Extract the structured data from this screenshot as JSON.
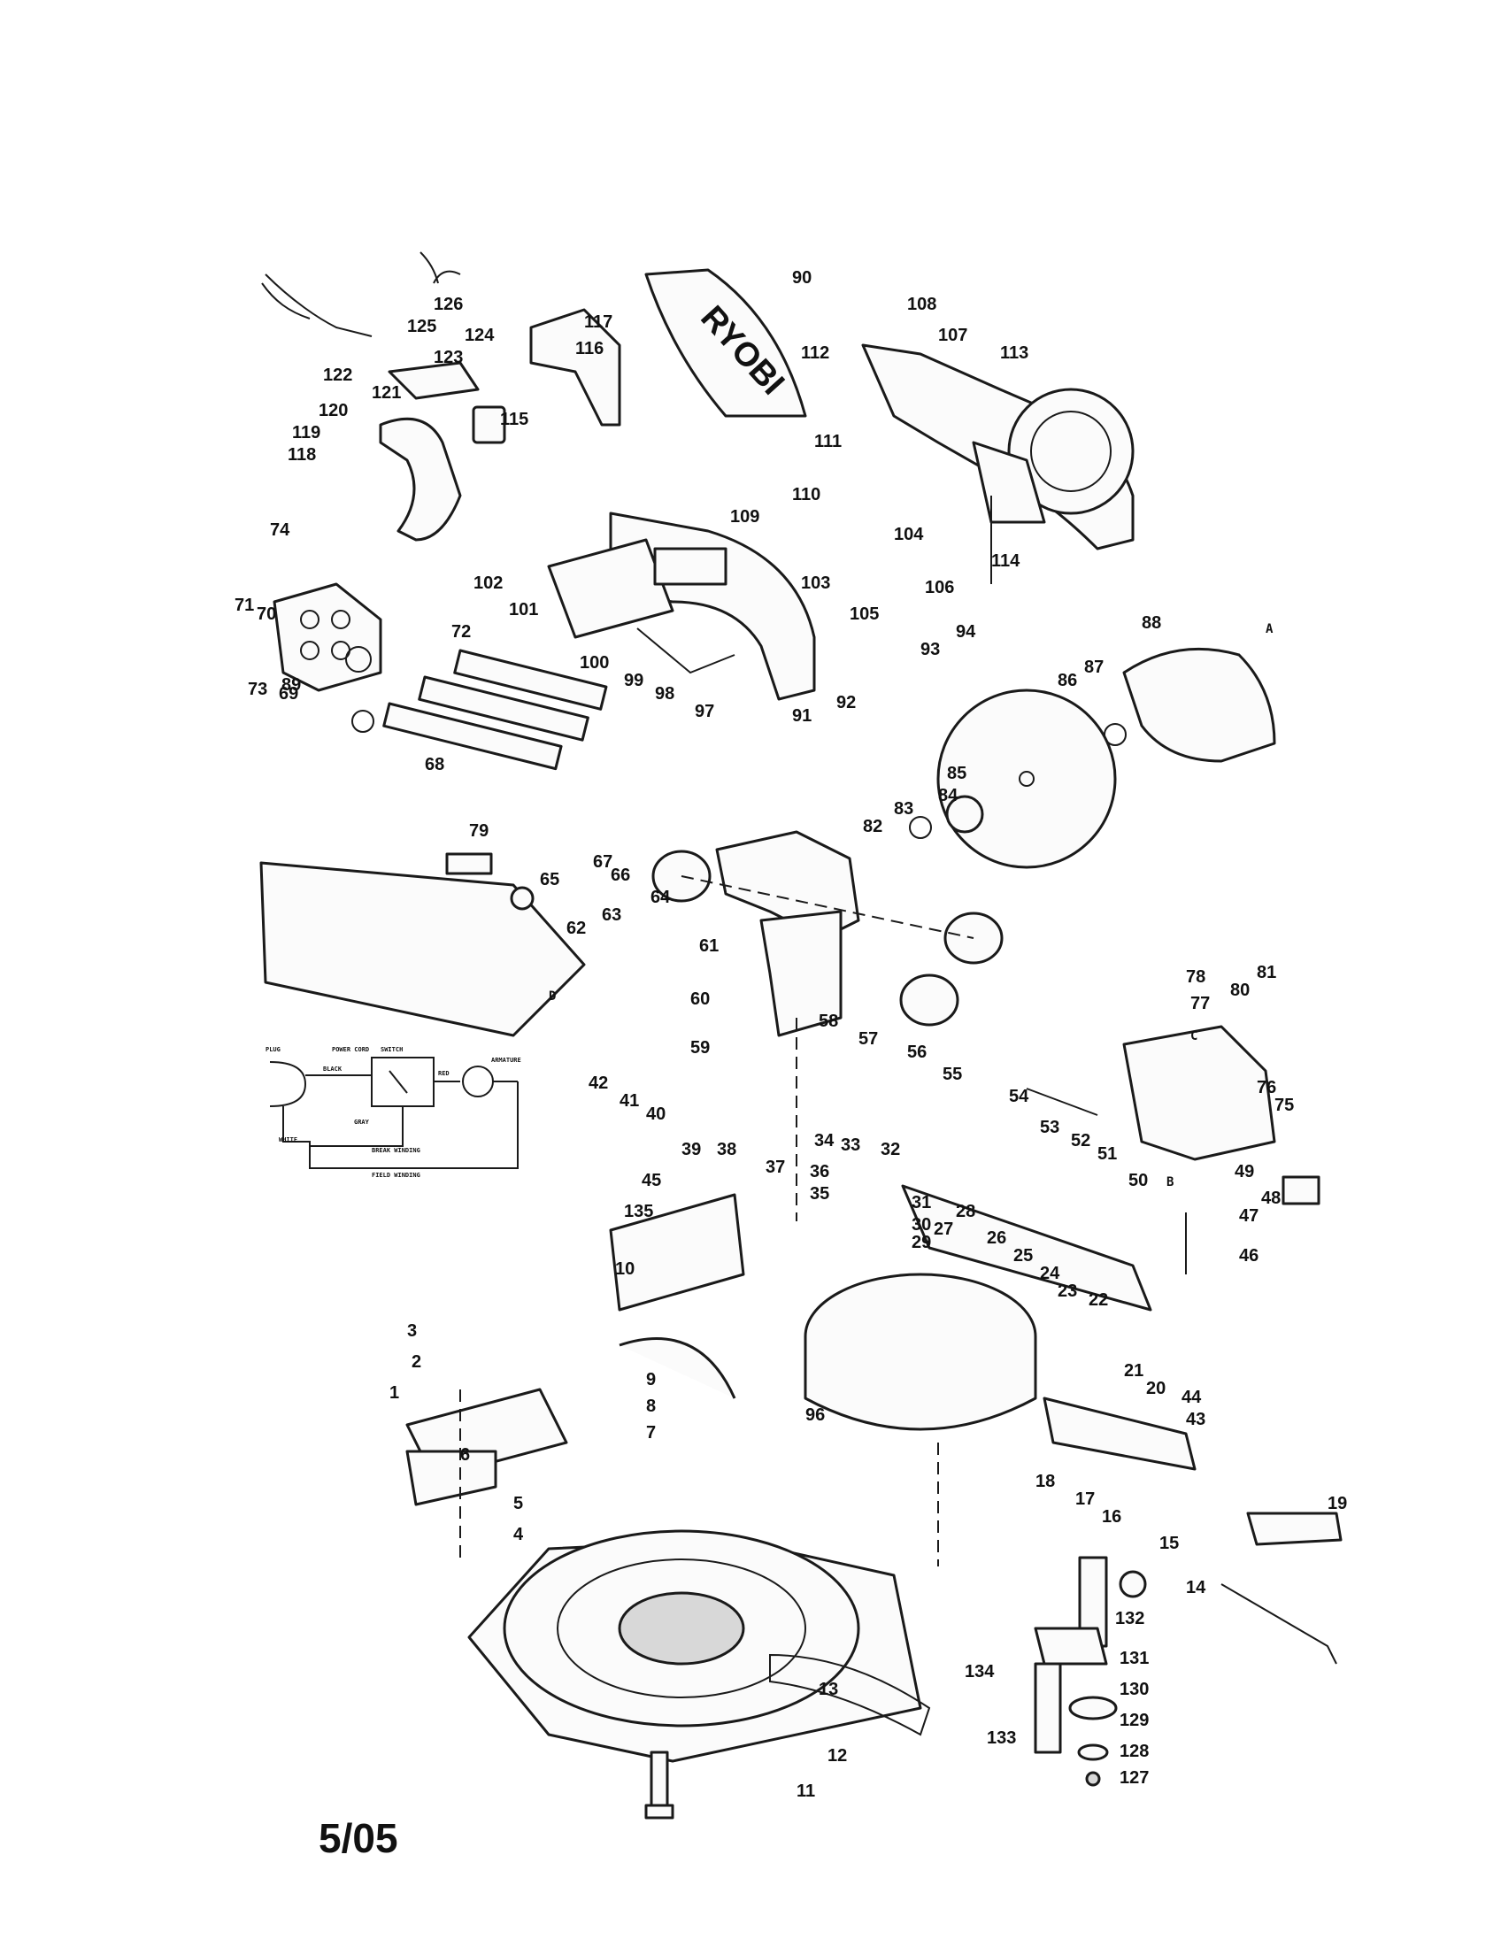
{
  "brand": "RYOBI",
  "revision_date": "5/05",
  "wiring": {
    "plug": "PLUG",
    "power_cord": "POWER CORD",
    "switch": "SWITCH",
    "black": "BLACK",
    "red": "RED",
    "armature": "ARMATURE",
    "gray": "GRAY",
    "white": "WHITE",
    "break_winding": "BREAK WINDING",
    "field_winding": "FIELD WINDING"
  },
  "callouts": [
    "1",
    "2",
    "3",
    "4",
    "5",
    "6",
    "7",
    "8",
    "9",
    "10",
    "11",
    "12",
    "13",
    "14",
    "15",
    "16",
    "17",
    "18",
    "19",
    "20",
    "21",
    "22",
    "23",
    "24",
    "25",
    "26",
    "27",
    "28",
    "29",
    "30",
    "31",
    "32",
    "33",
    "34",
    "35",
    "36",
    "37",
    "38",
    "39",
    "40",
    "41",
    "42",
    "43",
    "44",
    "45",
    "46",
    "47",
    "48",
    "49",
    "50",
    "51",
    "52",
    "53",
    "54",
    "55",
    "56",
    "57",
    "58",
    "59",
    "60",
    "61",
    "62",
    "63",
    "64",
    "65",
    "66",
    "67",
    "68",
    "69",
    "70",
    "71",
    "72",
    "73",
    "74",
    "75",
    "76",
    "77",
    "78",
    "79",
    "80",
    "81",
    "82",
    "83",
    "84",
    "85",
    "86",
    "87",
    "88",
    "89",
    "90",
    "91",
    "92",
    "93",
    "94",
    "96",
    "97",
    "98",
    "99",
    "100",
    "101",
    "102",
    "103",
    "104",
    "105",
    "106",
    "107",
    "108",
    "109",
    "110",
    "111",
    "112",
    "113",
    "114",
    "115",
    "116",
    "117",
    "118",
    "119",
    "120",
    "121",
    "122",
    "123",
    "124",
    "125",
    "126",
    "127",
    "128",
    "129",
    "130",
    "131",
    "132",
    "133",
    "134",
    "135"
  ],
  "letter_marks": [
    "A",
    "B",
    "C",
    "D"
  ]
}
